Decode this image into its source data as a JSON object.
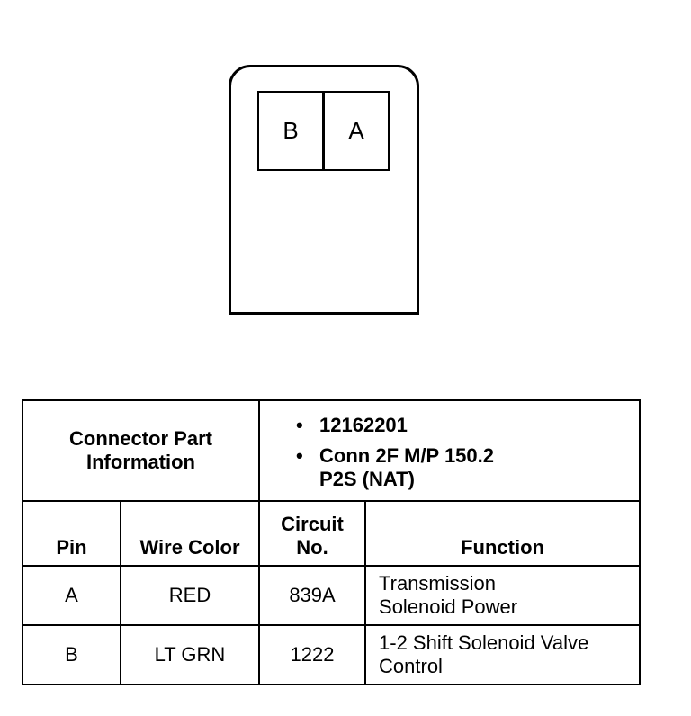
{
  "connector": {
    "pins": [
      "B",
      "A"
    ]
  },
  "part_info": {
    "label_line1": "Connector Part",
    "label_line2": "Information",
    "items": [
      {
        "line1": "12162201",
        "line2": ""
      },
      {
        "line1": "Conn 2F M/P 150.2",
        "line2": "P2S (NAT)"
      }
    ]
  },
  "table": {
    "headers": {
      "pin": "Pin",
      "wire_color": "Wire Color",
      "circuit_line1": "Circuit",
      "circuit_line2": "No.",
      "function": "Function"
    },
    "rows": [
      {
        "pin": "A",
        "wire_color": "RED",
        "circuit": "839A",
        "function_line1": "Transmission",
        "function_line2": "Solenoid Power"
      },
      {
        "pin": "B",
        "wire_color": "LT GRN",
        "circuit": "1222",
        "function_line1": "1-2 Shift Solenoid Valve",
        "function_line2": "Control"
      }
    ]
  }
}
